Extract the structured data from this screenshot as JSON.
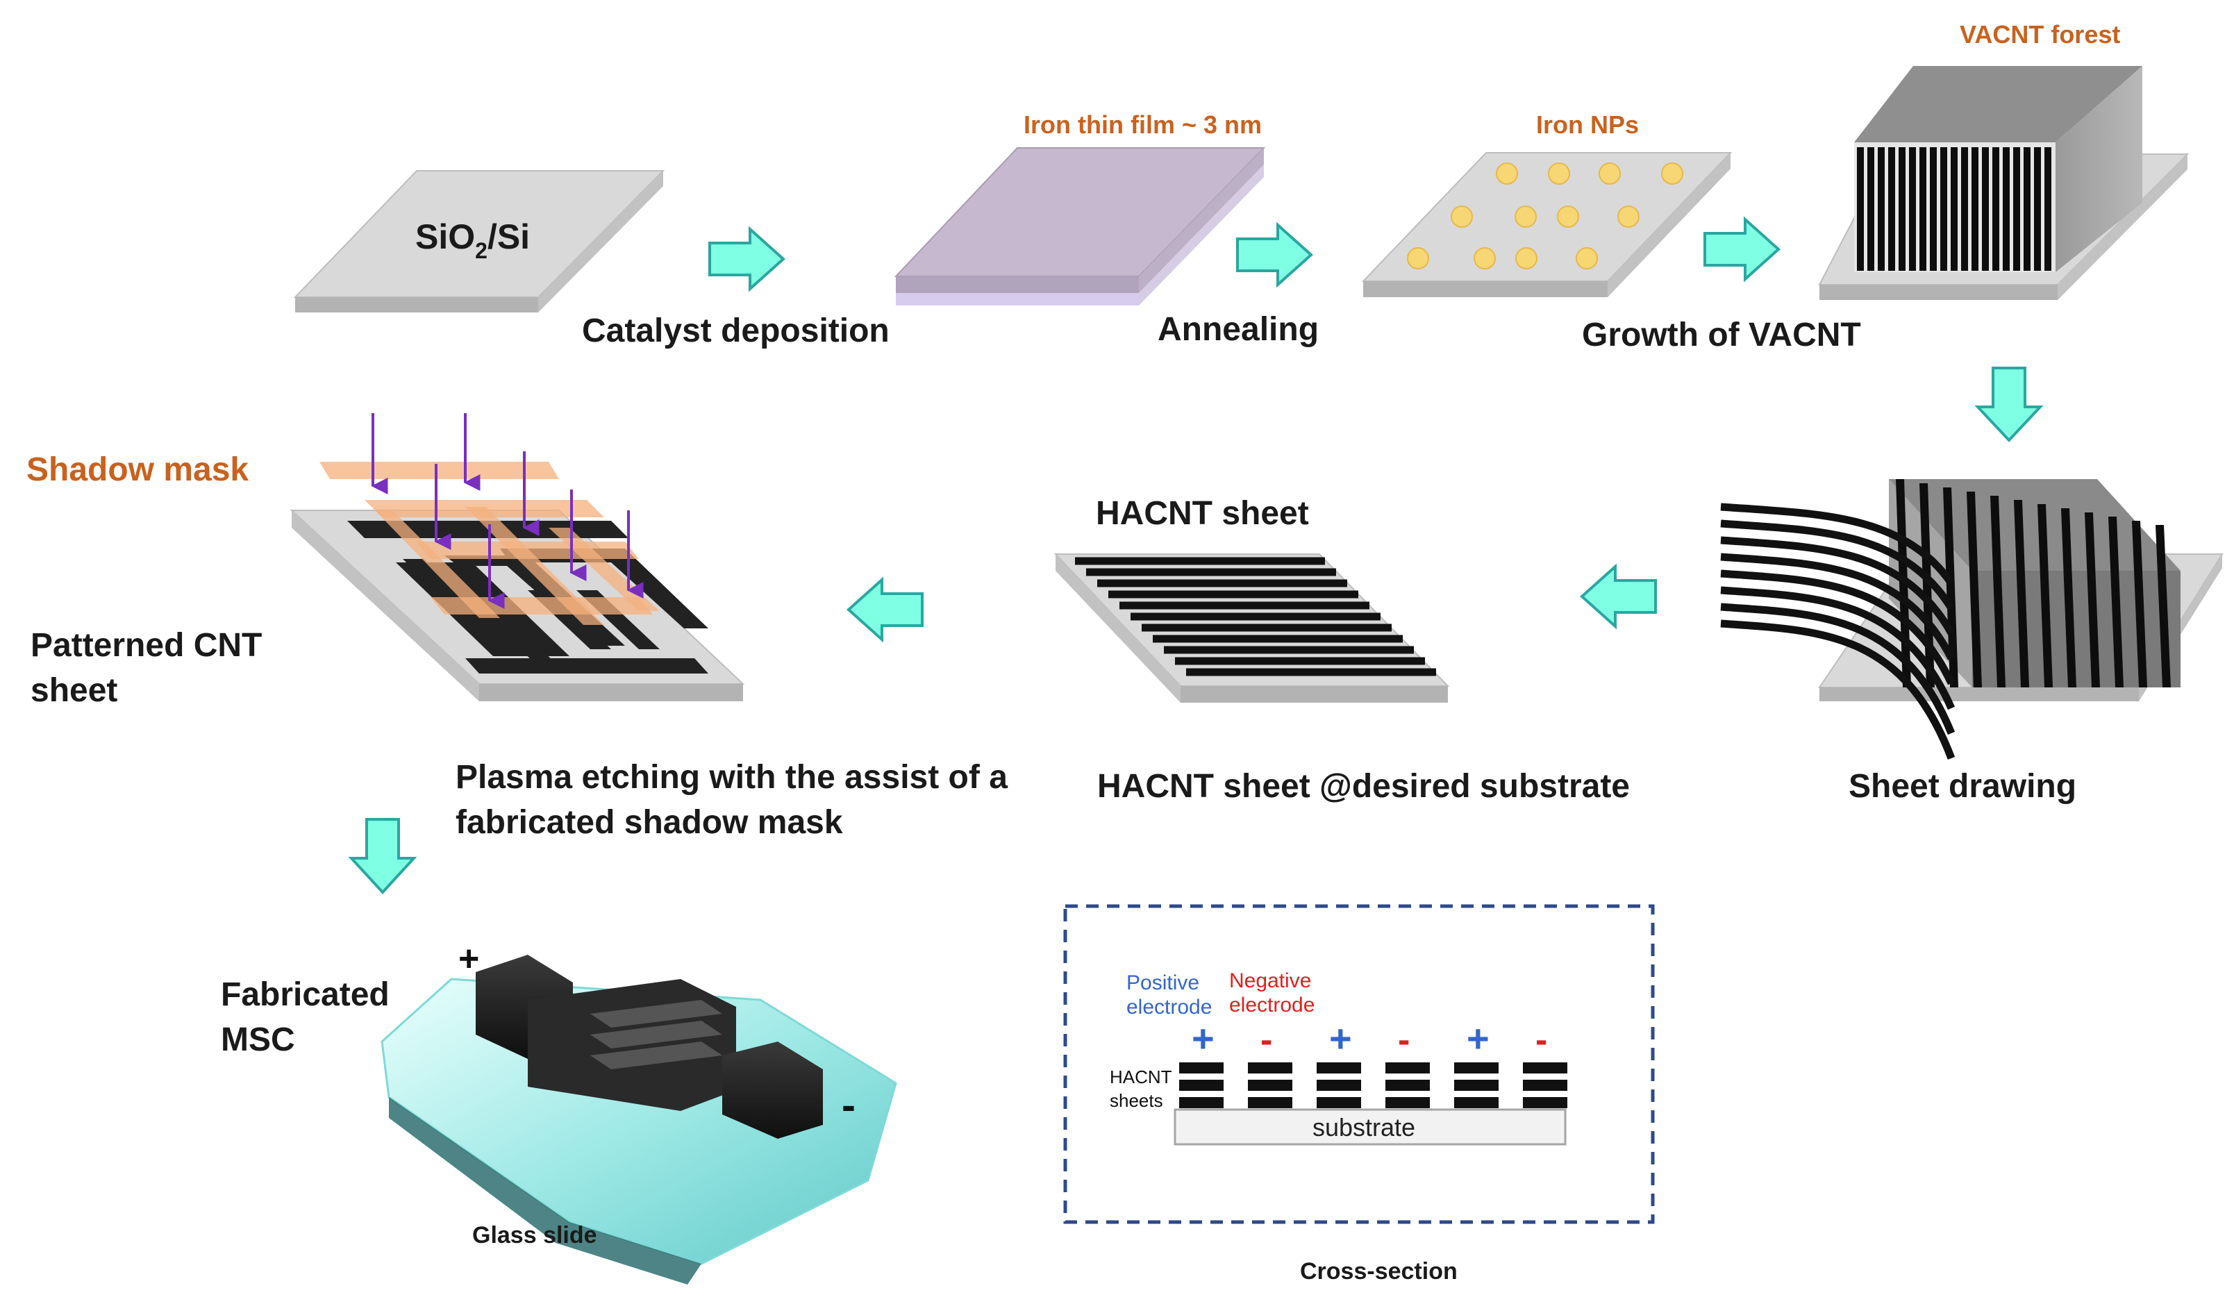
{
  "colors": {
    "accent_orange": "#c9621e",
    "arrow_fill": "#7fffe4",
    "arrow_stroke": "#2aa7a0",
    "positive_blue": "#3366cc",
    "negative_red": "#e02020",
    "box_border": "#2e4a8a",
    "mask_orange": "#f4b07e",
    "probe_purple": "#7a2fbf",
    "glass": "#bff3f0"
  },
  "steps": {
    "substrate_label_main": "SiO",
    "substrate_label_sub": "2",
    "substrate_label_tail": "/Si",
    "catalyst_deposition": "Catalyst deposition",
    "iron_thin_film": "Iron thin film ~ 3 nm",
    "annealing": "Annealing",
    "iron_nps": "Iron NPs",
    "growth_of_vacnt": "Growth of VACNT",
    "vacnt_forest": "VACNT forest",
    "sheet_drawing": "Sheet drawing",
    "hacnt_sheet": "HACNT sheet",
    "hacnt_sheet_substrate": "HACNT sheet @desired substrate",
    "shadow_mask": "Shadow mask",
    "patterned_cnt_line1": "Patterned CNT",
    "patterned_cnt_line2": "sheet",
    "plasma_line1": "Plasma etching with the assist of a",
    "plasma_line2": "fabricated shadow mask",
    "fabricated_line1": "Fabricated",
    "fabricated_line2": "MSC",
    "glass_slide": "Glass slide",
    "plus_sign": "+",
    "minus_sign": "-"
  },
  "cross_section": {
    "positive_line1": "Positive",
    "positive_line2": "electrode",
    "negative_line1": "Negative",
    "negative_line2": "electrode",
    "hacnt_line1": "HACNT",
    "hacnt_line2": "sheets",
    "substrate": "substrate",
    "caption": "Cross-section",
    "polarity": [
      "+",
      "-",
      "+",
      "-",
      "+",
      "-"
    ]
  }
}
